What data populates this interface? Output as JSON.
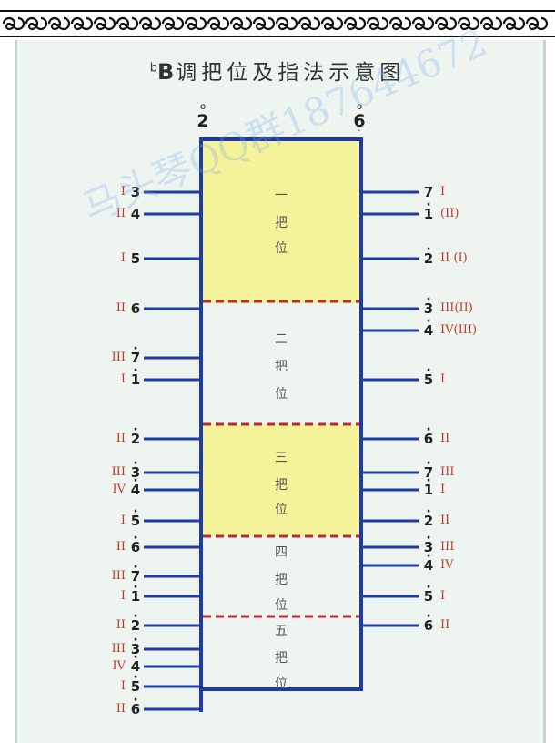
{
  "title": {
    "flat": "b",
    "key": "B",
    "rest": "调把位及指法示意图"
  },
  "strings": {
    "left": "2",
    "right": "6"
  },
  "positions": [
    "一",
    "把",
    "位",
    "二",
    "把",
    "位",
    "三",
    "把",
    "位",
    "四",
    "把",
    "位",
    "五",
    "把",
    "位"
  ],
  "left_notes": [
    {
      "n": "3",
      "f": "I"
    },
    {
      "n": "4",
      "f": "II"
    },
    {
      "n": "5",
      "f": "I"
    },
    {
      "n": "6",
      "f": "II"
    },
    {
      "n": "7",
      "f": "III"
    },
    {
      "n": "1",
      "f": "I"
    },
    {
      "n": "2",
      "f": "II"
    },
    {
      "n": "3",
      "f": "III"
    },
    {
      "n": "4",
      "f": "IV"
    },
    {
      "n": "5",
      "f": "I"
    },
    {
      "n": "6",
      "f": "II"
    },
    {
      "n": "7",
      "f": "III"
    },
    {
      "n": "1",
      "f": "I"
    },
    {
      "n": "2",
      "f": "II"
    },
    {
      "n": "3",
      "f": "III"
    },
    {
      "n": "4",
      "f": "IV"
    },
    {
      "n": "5",
      "f": "I"
    },
    {
      "n": "6",
      "f": "II"
    }
  ],
  "right_notes": [
    {
      "n": "7",
      "f": "I"
    },
    {
      "n": "1",
      "f": "(II)"
    },
    {
      "n": "2",
      "f": "II (I)"
    },
    {
      "n": "3",
      "f": "III(II)"
    },
    {
      "n": "4",
      "f": "IV(III)"
    },
    {
      "n": "5",
      "f": "I"
    },
    {
      "n": "6",
      "f": "II"
    },
    {
      "n": "7",
      "f": "III"
    },
    {
      "n": "1",
      "f": "I"
    },
    {
      "n": "2",
      "f": "II"
    },
    {
      "n": "3",
      "f": "III"
    },
    {
      "n": "4",
      "f": "IV"
    },
    {
      "n": "5",
      "f": "I"
    },
    {
      "n": "6",
      "f": "II"
    }
  ],
  "watermark": "马头琴QQ群187644672",
  "colors": {
    "frame": "#1c3aa9",
    "highlight": "#f5f39a",
    "divider": "#c0282d",
    "fingering": "#c0392b",
    "background": "#eef5f1"
  }
}
